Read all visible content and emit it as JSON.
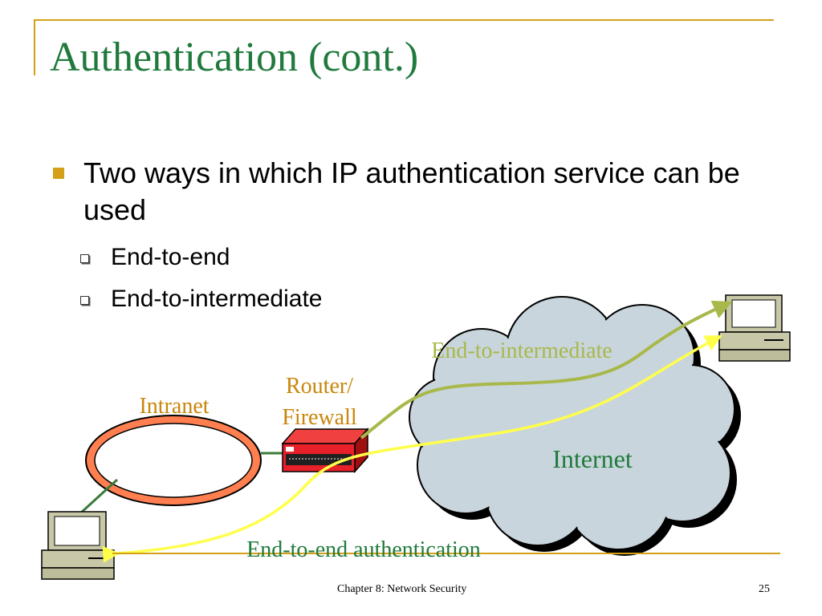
{
  "slide": {
    "title": "Authentication (cont.)",
    "bullets": [
      {
        "text": "Two ways in which IP authentication service can be used",
        "sub": [
          "End-to-end",
          "End-to-intermediate"
        ]
      }
    ]
  },
  "diagram": {
    "labels": {
      "intranet": "Intranet",
      "router_line1": "Router/",
      "router_line2": "Firewall",
      "internet": "Internet",
      "end_to_intermediate": "End-to-intermediate",
      "end_to_end": "End-to-end authentication"
    },
    "colors": {
      "title": "#1f7a3c",
      "accent_gold": "#d4a017",
      "intranet_label": "#c8860a",
      "intranet_ring": "#ff7f50",
      "cloud": "#c9d5dc",
      "router": "#e8202a",
      "end_to_intermediate_path": "#a8b84a",
      "end_to_end_path": "#ffff4a",
      "link": "#3a7a3a"
    }
  },
  "footer": {
    "chapter": "Chapter 8: Network Security",
    "page": "25"
  }
}
